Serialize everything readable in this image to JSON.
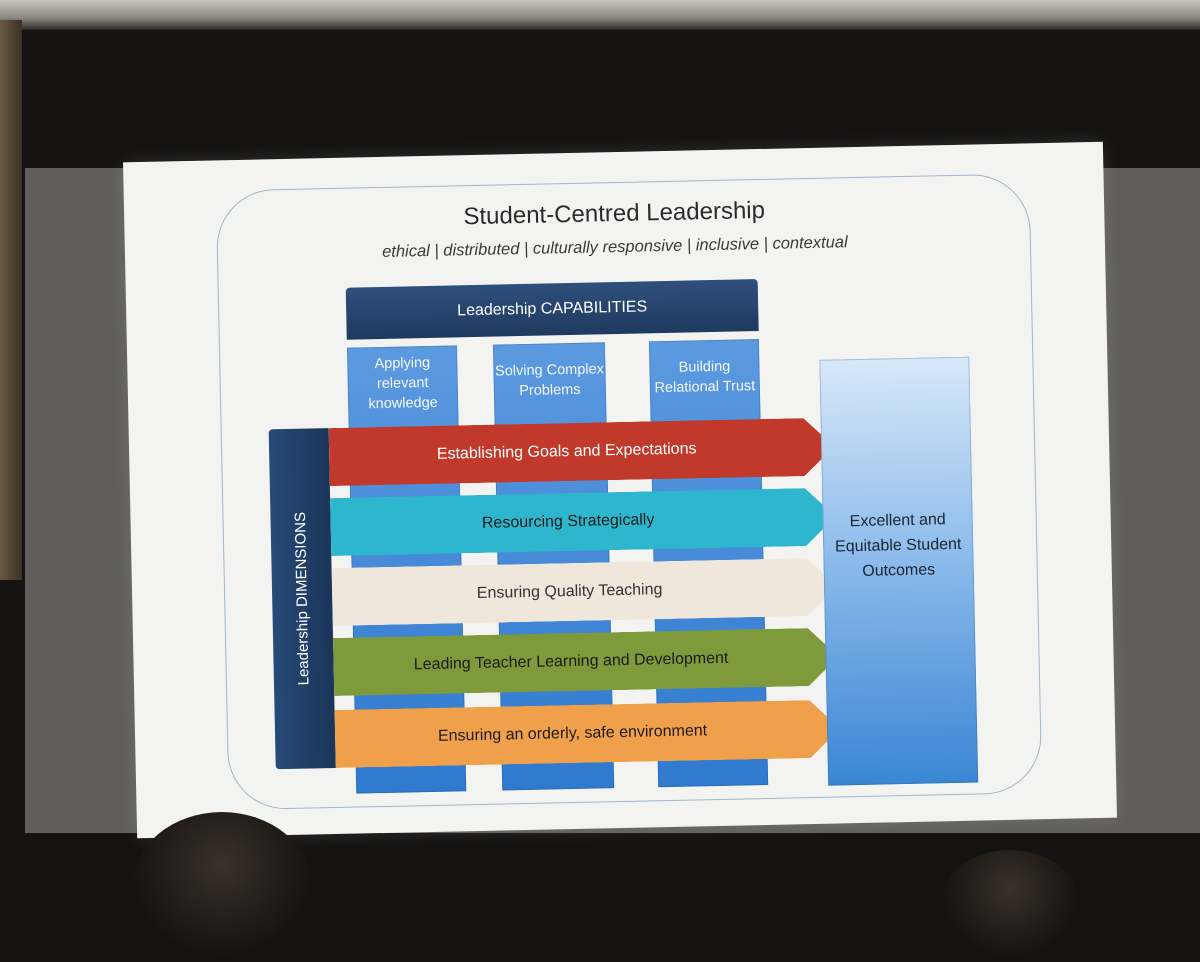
{
  "slide": {
    "title": "Student-Centred Leadership",
    "subtitle": "ethical | distributed | culturally responsive | inclusive | contextual"
  },
  "capabilities": {
    "header": "Leadership CAPABILITIES",
    "items": [
      "Applying relevant knowledge",
      "Solving Complex Problems",
      "Building Relational Trust"
    ]
  },
  "dimensions": {
    "label": "Leadership DIMENSIONS",
    "items": [
      {
        "label": "Establishing Goals and Expectations",
        "color": "#c0392b",
        "text_color": "#ffffff"
      },
      {
        "label": "Resourcing Strategically",
        "color": "#2fb6cf",
        "text_color": "#1c1c1c"
      },
      {
        "label": "Ensuring Quality Teaching",
        "color": "#efe6dc",
        "text_color": "#333333"
      },
      {
        "label": "Leading Teacher Learning and Development",
        "color": "#7f9a3a",
        "text_color": "#1c1c1c"
      },
      {
        "label": "Ensuring an orderly, safe environment",
        "color": "#f0a04a",
        "text_color": "#1c1c1c"
      }
    ]
  },
  "outcome": {
    "label": "Excellent and Equitable Student Outcomes"
  }
}
